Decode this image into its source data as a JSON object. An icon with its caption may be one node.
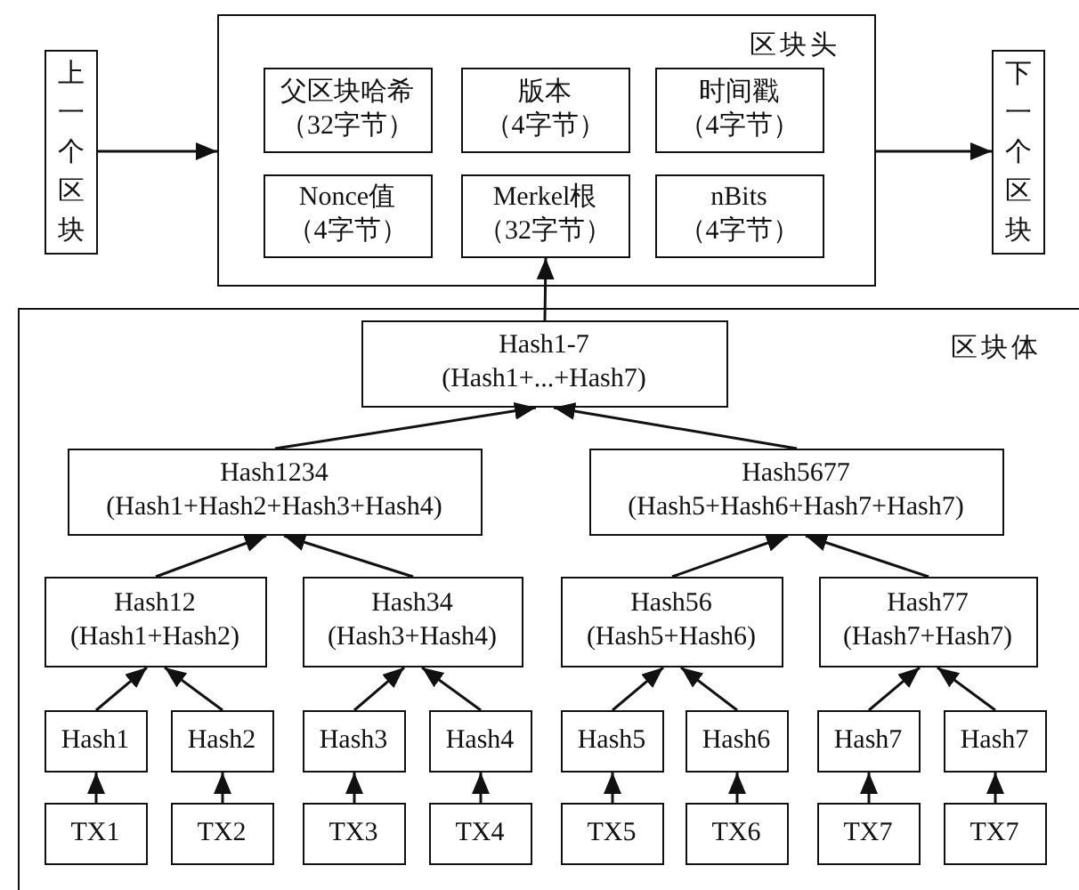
{
  "diagram": {
    "nodes": [
      {
        "text": [
          "上一个区块"
        ]
      },
      {
        "text": [
          "区块头"
        ]
      },
      {
        "text": [
          "父区块哈希（32字节）"
        ],
        "in": 1
      },
      {
        "text": [
          "版本（4字节）"
        ],
        "in": 1
      },
      {
        "text": [
          "时间戳（4字节）"
        ],
        "in": 1
      },
      {
        "text": [
          "Nonce值（4字节）"
        ],
        "in": 1
      },
      {
        "text": [
          "Merkel根（32字节）"
        ],
        "in": 1
      },
      {
        "text": [
          "nBits（4字节）"
        ],
        "in": 1
      },
      {
        "text": [
          "下一个区块"
        ]
      },
      {
        "text": [
          "区块体"
        ]
      },
      {
        "text": [
          "Hash1-7 (Hash1+...+Hash7)"
        ],
        "in": 9
      },
      {
        "text": [
          "Hash1234 (Hash1+Hash2+Hash3+Hash4)"
        ],
        "in": 9
      },
      {
        "text": [
          "Hash5677 (Hash5+Hash6+Hash7+Hash7)"
        ],
        "in": 9
      },
      {
        "text": [
          "Hash12 (Hash1+Hash2)"
        ],
        "in": 9
      },
      {
        "text": [
          "Hash34 (Hash3+Hash4)"
        ],
        "in": 9
      },
      {
        "text": [
          "Hash56 (Hash5+Hash6)"
        ],
        "in": 9
      },
      {
        "text": [
          "Hash77 (Hash7+Hash7)"
        ],
        "in": 9
      },
      {
        "text": [
          "Hash1"
        ],
        "in": 9
      },
      {
        "text": [
          "Hash2"
        ],
        "in": 9
      },
      {
        "text": [
          "Hash3"
        ],
        "in": 9
      },
      {
        "text": [
          "Hash4"
        ],
        "in": 9
      },
      {
        "text": [
          "Hash5"
        ],
        "in": 9
      },
      {
        "text": [
          "Hash6"
        ],
        "in": 9
      },
      {
        "text": [
          "Hash7"
        ],
        "in": 9
      },
      {
        "text": [
          "Hash7"
        ],
        "in": 9
      },
      {
        "text": [
          "TX1"
        ],
        "in": 9
      },
      {
        "text": [
          "TX2"
        ],
        "in": 9
      },
      {
        "text": [
          "TX3"
        ],
        "in": 9
      },
      {
        "text": [
          "TX4"
        ],
        "in": 9
      },
      {
        "text": [
          "TX5"
        ],
        "in": 9
      },
      {
        "text": [
          "TX6"
        ],
        "in": 9
      },
      {
        "text": [
          "TX7"
        ],
        "in": 9
      },
      {
        "text": [
          "TX7"
        ],
        "in": 9
      }
    ],
    "edges": [
      {
        "from": 0,
        "to": 1,
        "arrow": "to"
      },
      {
        "from": 1,
        "to": 8,
        "arrow": "to"
      },
      {
        "from": 10,
        "to": 6,
        "arrow": "to"
      },
      {
        "from": 11,
        "to": 10,
        "arrow": "to"
      },
      {
        "from": 12,
        "to": 10,
        "arrow": "to"
      },
      {
        "from": 13,
        "to": 11,
        "arrow": "to"
      },
      {
        "from": 14,
        "to": 11,
        "arrow": "to"
      },
      {
        "from": 15,
        "to": 12,
        "arrow": "to"
      },
      {
        "from": 16,
        "to": 12,
        "arrow": "to"
      },
      {
        "from": 17,
        "to": 13,
        "arrow": "to"
      },
      {
        "from": 18,
        "to": 13,
        "arrow": "to"
      },
      {
        "from": 19,
        "to": 14,
        "arrow": "to"
      },
      {
        "from": 20,
        "to": 14,
        "arrow": "to"
      },
      {
        "from": 21,
        "to": 15,
        "arrow": "to"
      },
      {
        "from": 22,
        "to": 15,
        "arrow": "to"
      },
      {
        "from": 23,
        "to": 16,
        "arrow": "to"
      },
      {
        "from": 24,
        "to": 16,
        "arrow": "to"
      },
      {
        "from": 25,
        "to": 17,
        "arrow": "to"
      },
      {
        "from": 26,
        "to": 18,
        "arrow": "to"
      },
      {
        "from": 27,
        "to": 19,
        "arrow": "to"
      },
      {
        "from": 28,
        "to": 20,
        "arrow": "to"
      },
      {
        "from": 29,
        "to": 21,
        "arrow": "to"
      },
      {
        "from": 30,
        "to": 22,
        "arrow": "to"
      },
      {
        "from": 31,
        "to": 23,
        "arrow": "to"
      },
      {
        "from": 32,
        "to": 24,
        "arrow": "to"
      }
    ]
  }
}
